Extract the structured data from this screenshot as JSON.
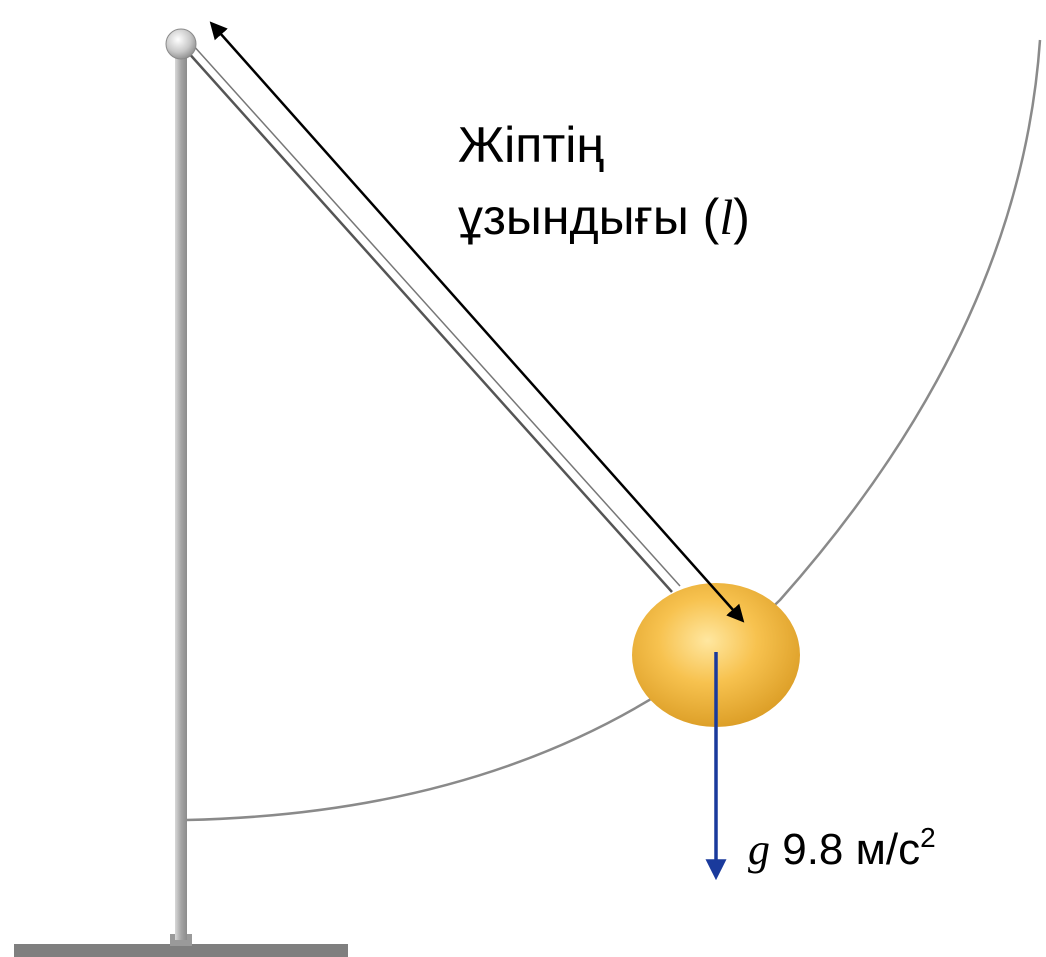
{
  "length_label": {
    "line1": "Жіптің",
    "line2_text": "ұзындығы (",
    "symbol": "l",
    "close_paren": ")"
  },
  "gravity_label": {
    "symbol": "g",
    "value": "9.8",
    "unit": "м/с",
    "exponent": "2"
  },
  "colors": {
    "rod": "#9a9a9a",
    "base": "#7f7f7f",
    "string": "#555555",
    "dimension_arrow": "#000000",
    "gravity_arrow": "#1a3a9c",
    "bob": "#f2b63a",
    "arc": "#8a8a8a"
  }
}
